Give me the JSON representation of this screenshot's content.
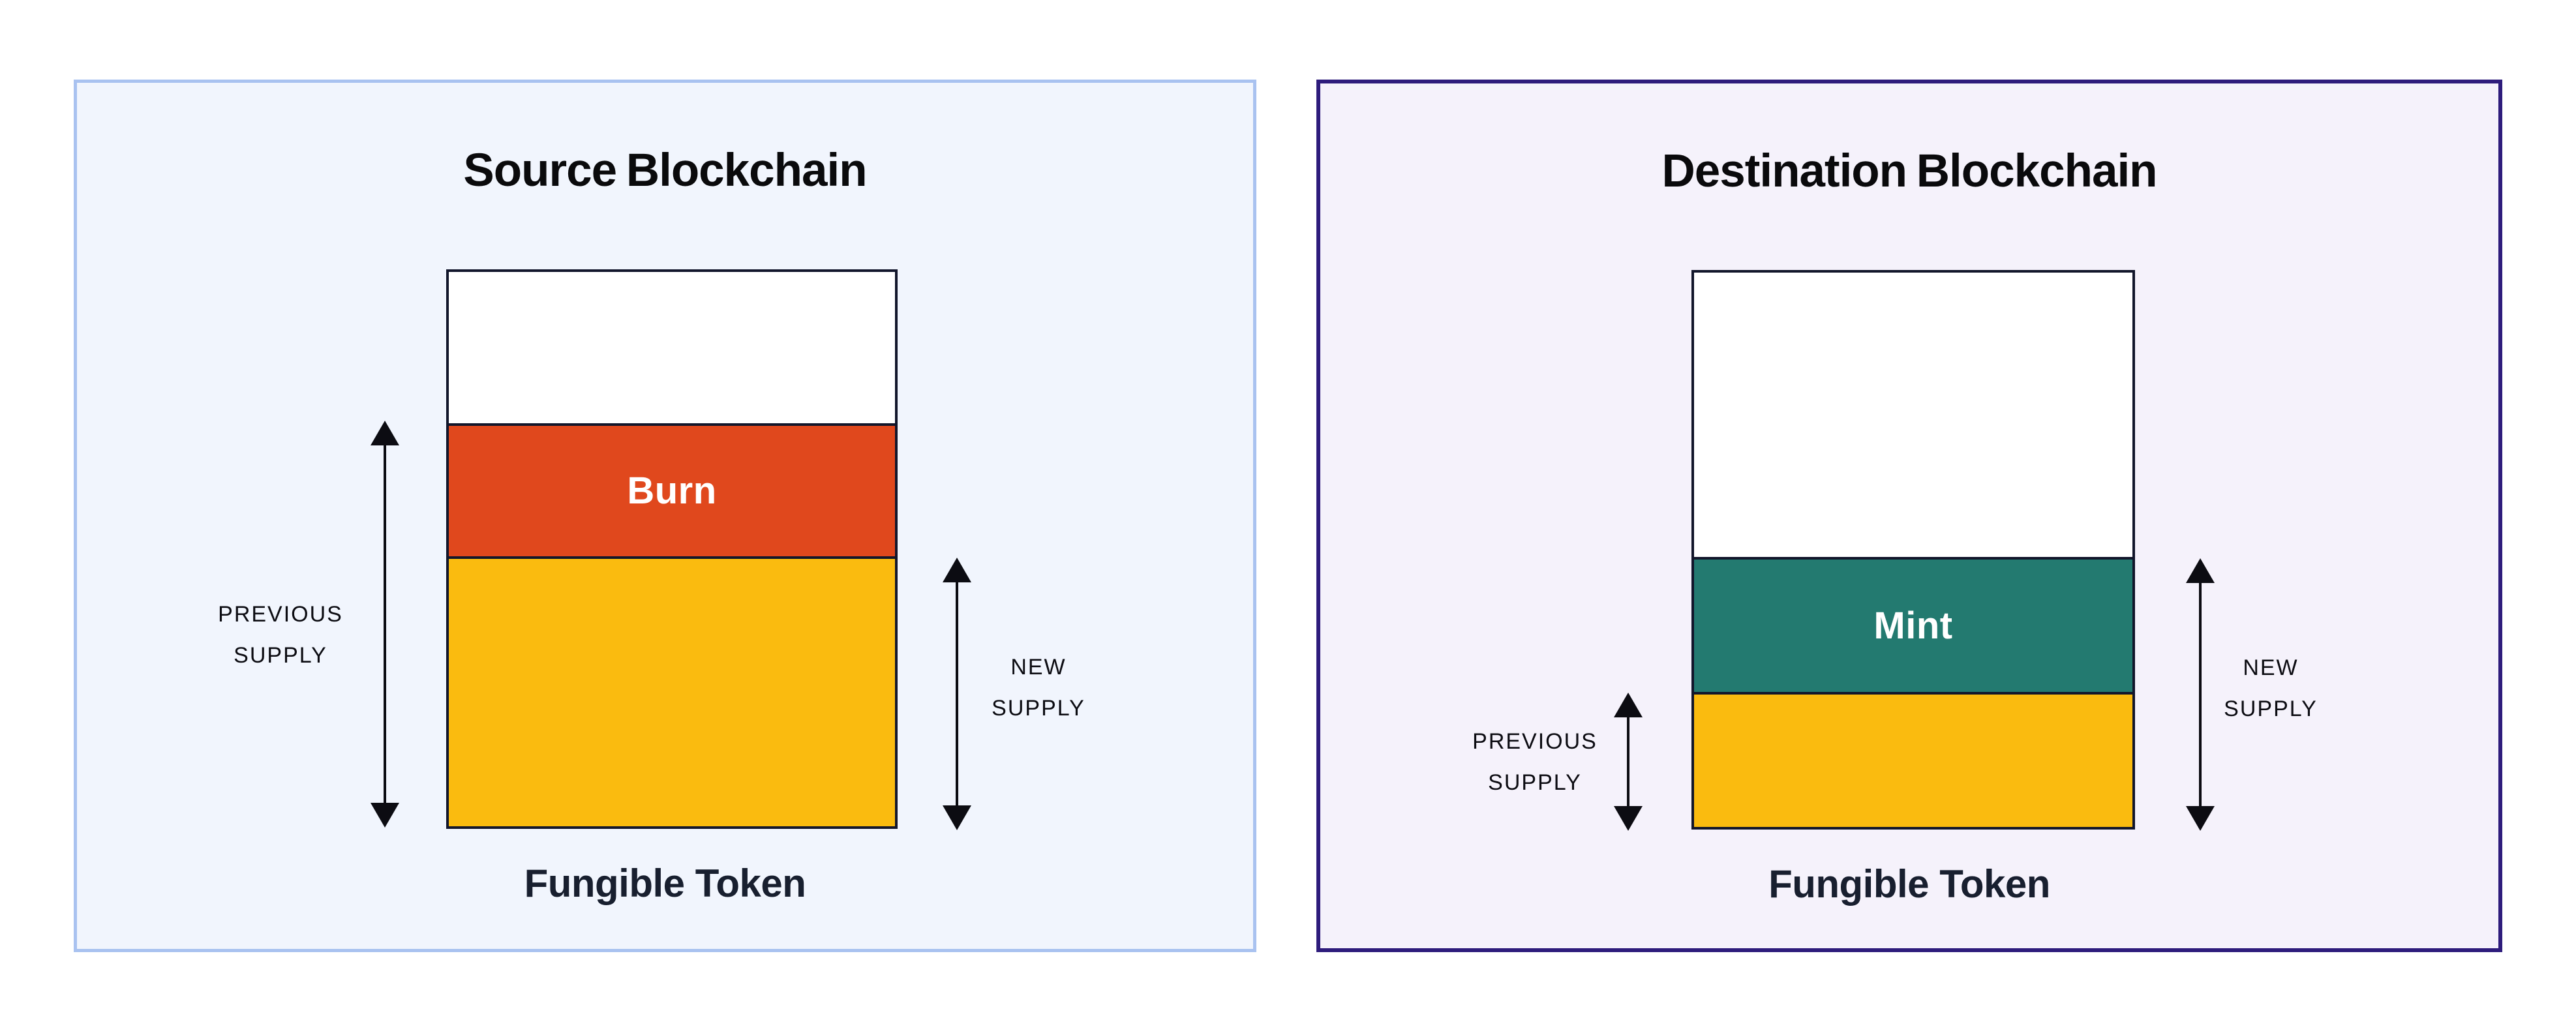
{
  "page": {
    "background": "#FFFFFF",
    "ink": "#0C0C12"
  },
  "panels": [
    {
      "title": "Source Blockchain",
      "title_color": "#0A0A0C",
      "background": "#F1F5FD",
      "border_color": "#A9C2F0",
      "caption": "Fungible Token",
      "caption_color": "#181F2F",
      "bar": {
        "border_color": "#12162B",
        "sections": [
          {
            "name": "empty",
            "label": "",
            "color": "#FFFFFF",
            "text_color": "#FFFFFF",
            "height": "27.27%"
          },
          {
            "name": "burn",
            "label": "Burn",
            "color": "#E0481D",
            "text_color": "#FFFFFF",
            "height": "24.01%"
          },
          {
            "name": "remaining-supply",
            "label": "",
            "color": "#FABB0F",
            "text_color": "#FFFFFF",
            "height": "48.72%"
          }
        ]
      },
      "previous_supply": {
        "line1": "PREVIOUS",
        "line2": "SUPPLY"
      },
      "new_supply": {
        "line1": "NEW",
        "line2": "SUPPLY"
      }
    },
    {
      "title": "Destination Blockchain",
      "title_color": "#0A0A0C",
      "background": "#F5F2FB",
      "border_color": "#2E1C7C",
      "caption": "Fungible Token",
      "caption_color": "#181F2F",
      "bar": {
        "border_color": "#12162B",
        "sections": [
          {
            "name": "empty",
            "label": "",
            "color": "#FFFFFF",
            "text_color": "#FFFFFF",
            "height": "51.28%"
          },
          {
            "name": "mint",
            "label": "Mint",
            "color": "#237A70",
            "text_color": "#FFFFFF",
            "height": "24.36%"
          },
          {
            "name": "previous-supply",
            "label": "",
            "color": "#FABB0F",
            "text_color": "#FFFFFF",
            "height": "24.36%"
          }
        ]
      },
      "previous_supply": {
        "line1": "PREVIOUS",
        "line2": "SUPPLY"
      },
      "new_supply": {
        "line1": "NEW",
        "line2": "SUPPLY"
      }
    }
  ]
}
